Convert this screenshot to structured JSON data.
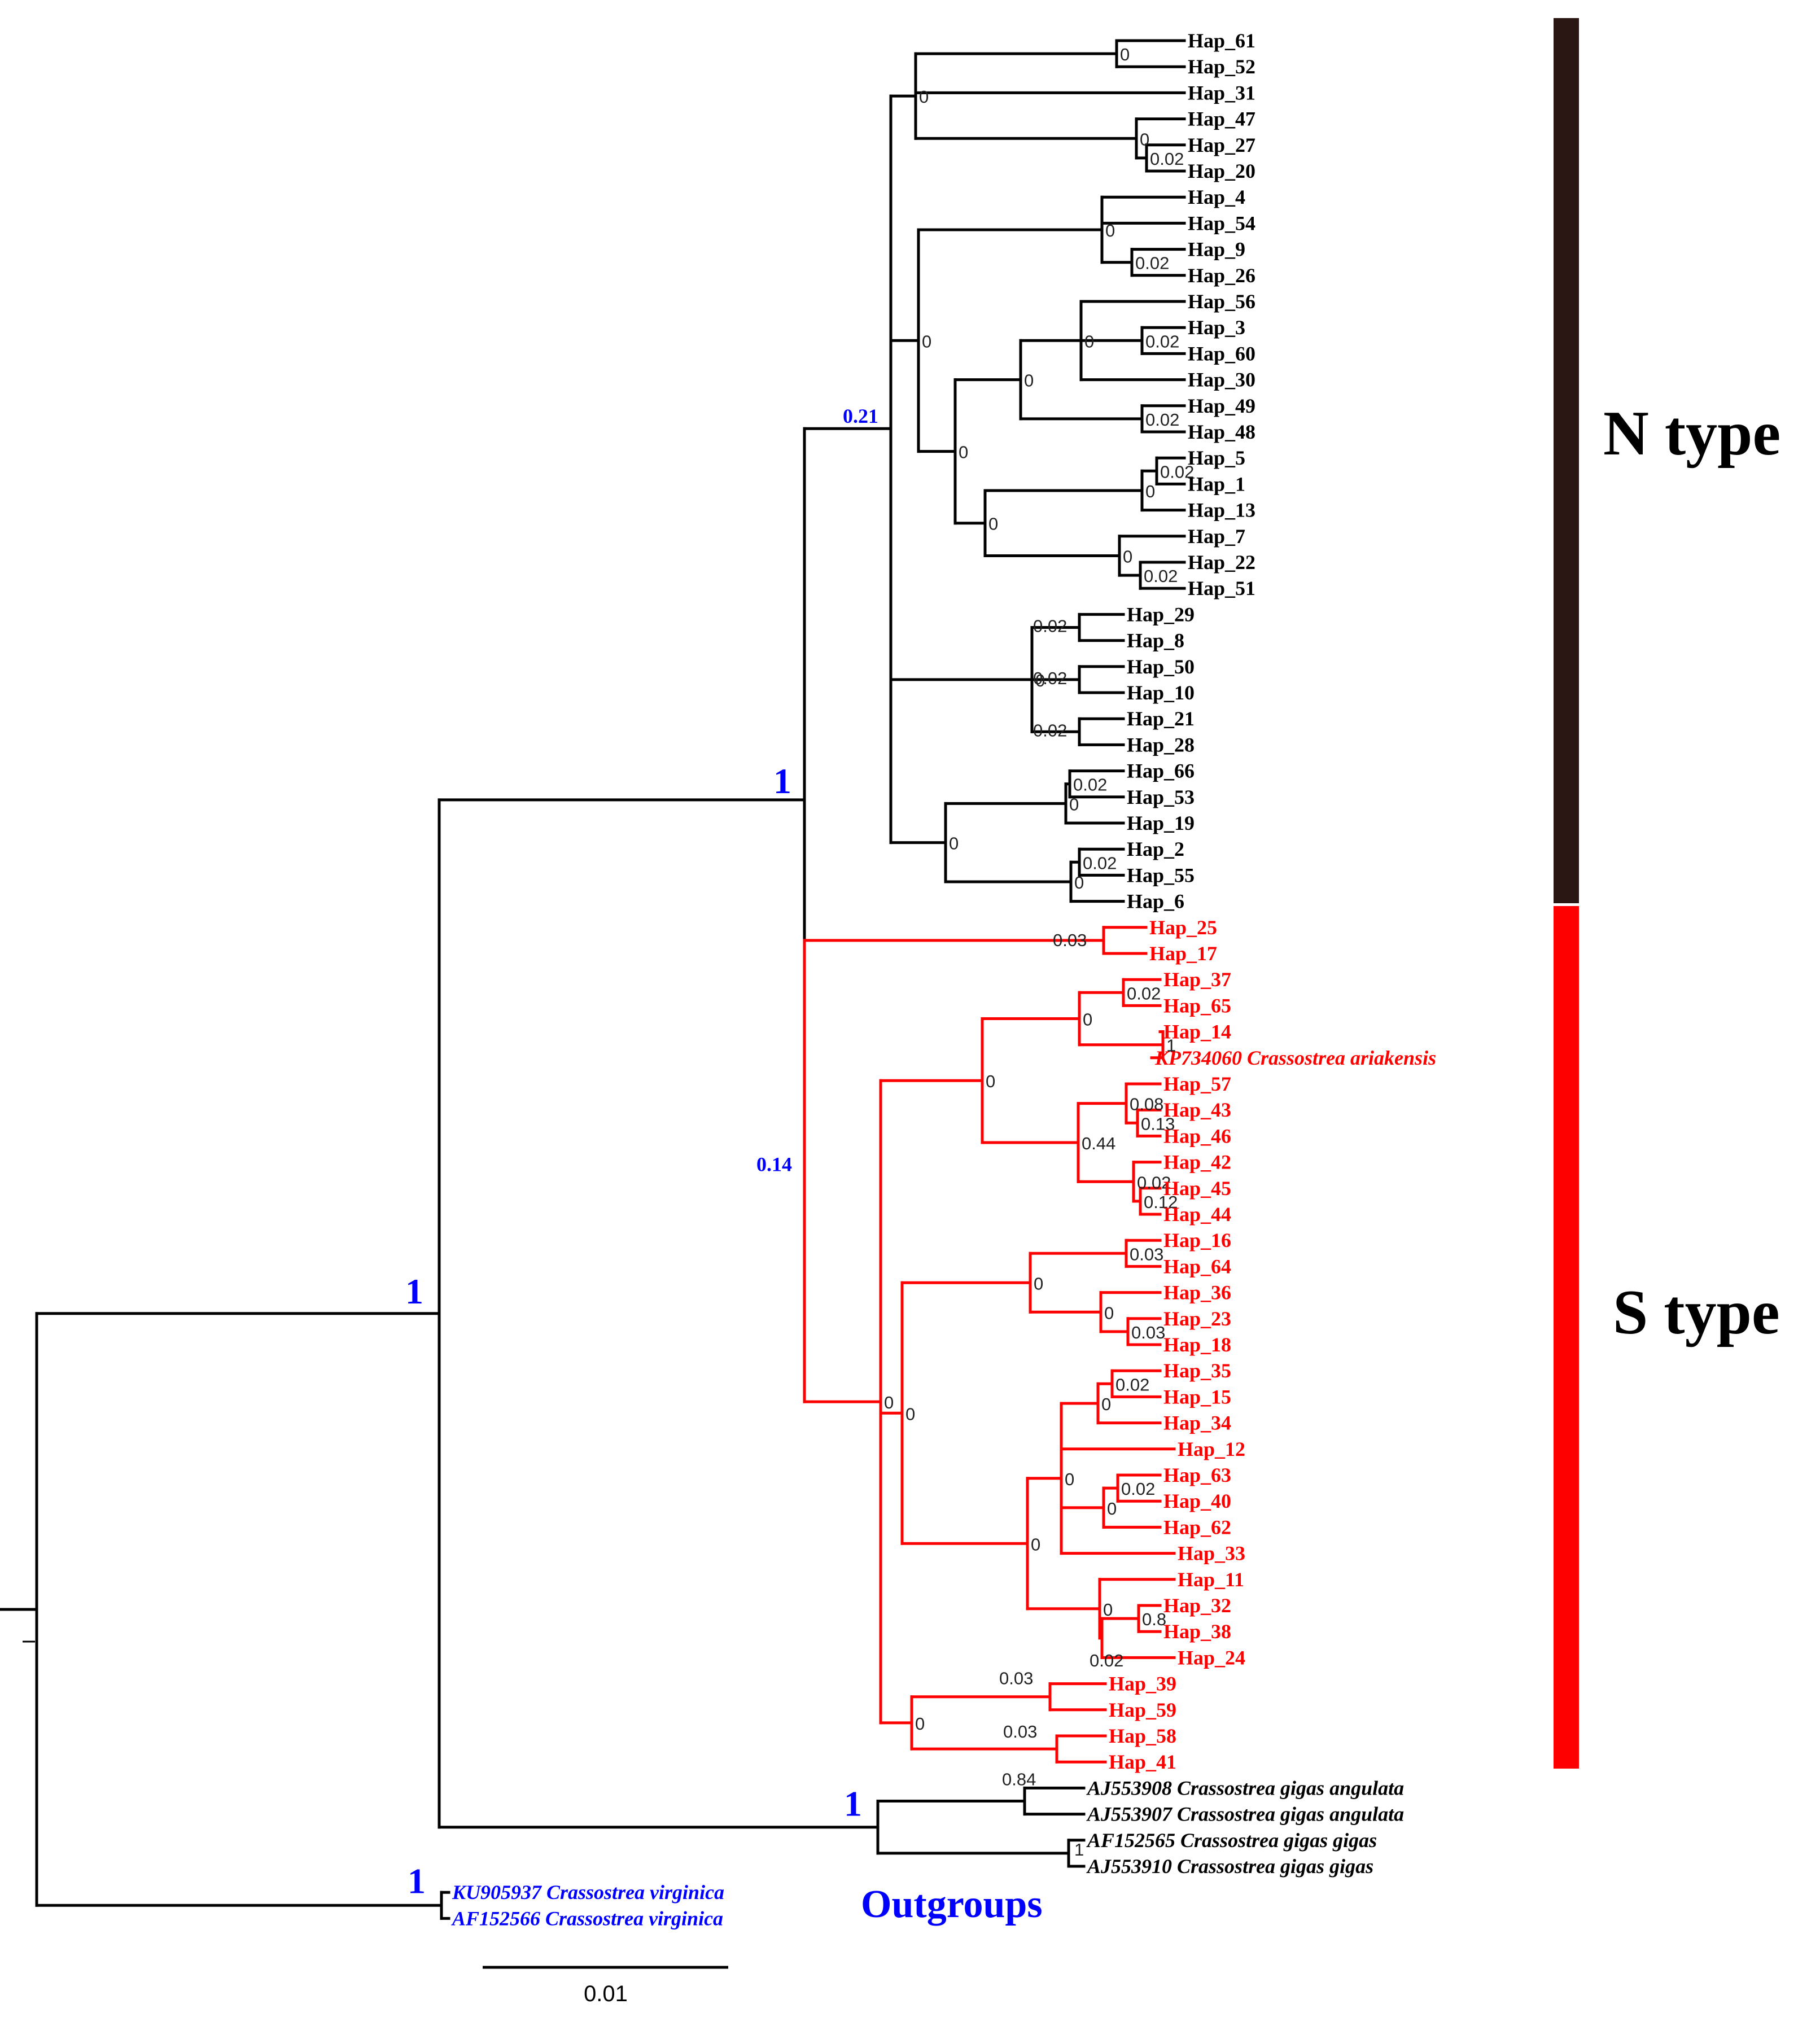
{
  "colors": {
    "n_clade": "#000000",
    "s_clade": "#ff0000",
    "outgroup_text": "#0000ff",
    "n_bar": "#2a1714",
    "s_bar": "#ff0000"
  },
  "clades": {
    "n_label": "N type",
    "s_label": "S type",
    "outgroups_label": "Outgroups"
  },
  "scale_bar": {
    "label": "0.01"
  },
  "tree": {
    "c": [
      {
        "s": "1",
        "c": [
          {
            "s": "1",
            "c": [
              {
                "s": "0.21",
                "c": [
                  {
                    "s": "0",
                    "c": [
                      {
                        "s": "0",
                        "c": [
                          {
                            "t": "Hap_61"
                          },
                          {
                            "t": "Hap_52"
                          }
                        ]
                      },
                      {
                        "t": "Hap_31"
                      },
                      {
                        "s": "0",
                        "c": [
                          {
                            "t": "Hap_47"
                          },
                          {
                            "s": "0.02",
                            "c": [
                              {
                                "t": "Hap_27"
                              },
                              {
                                "t": "Hap_20"
                              }
                            ]
                          }
                        ]
                      }
                    ]
                  },
                  {
                    "s": "0",
                    "c": [
                      {
                        "s": "0",
                        "c": [
                          {
                            "t": "Hap_4"
                          },
                          {
                            "t": "Hap_54"
                          },
                          {
                            "s": "0.02",
                            "c": [
                              {
                                "t": "Hap_9"
                              },
                              {
                                "t": "Hap_26"
                              }
                            ]
                          }
                        ]
                      },
                      {
                        "s": "0",
                        "c": [
                          {
                            "s": "0",
                            "c": [
                              {
                                "s": "0",
                                "c": [
                                  {
                                    "t": "Hap_56"
                                  },
                                  {
                                    "s": "0.02",
                                    "c": [
                                      {
                                        "t": "Hap_3"
                                      },
                                      {
                                        "t": "Hap_60"
                                      }
                                    ]
                                  },
                                  {
                                    "t": "Hap_30"
                                  }
                                ]
                              },
                              {
                                "s": "0.02",
                                "c": [
                                  {
                                    "t": "Hap_49"
                                  },
                                  {
                                    "t": "Hap_48"
                                  }
                                ]
                              }
                            ]
                          },
                          {
                            "s": "0",
                            "c": [
                              {
                                "s": "0",
                                "c": [
                                  {
                                    "s": "0.02",
                                    "c": [
                                      {
                                        "t": "Hap_5"
                                      },
                                      {
                                        "t": "Hap_1"
                                      }
                                    ]
                                  },
                                  {
                                    "t": "Hap_13"
                                  }
                                ]
                              },
                              {
                                "s": "0",
                                "c": [
                                  {
                                    "t": "Hap_7"
                                  },
                                  {
                                    "s": "0.02",
                                    "c": [
                                      {
                                        "t": "Hap_22"
                                      },
                                      {
                                        "t": "Hap_51"
                                      }
                                    ]
                                  }
                                ]
                              }
                            ]
                          }
                        ]
                      }
                    ]
                  },
                  {
                    "s": "",
                    "c": [
                      {
                        "s": "0",
                        "c": [
                          {
                            "s": "0.02",
                            "c": [
                              {
                                "t": "Hap_29"
                              },
                              {
                                "t": "Hap_8"
                              }
                            ]
                          },
                          {
                            "s": "0.02",
                            "c": [
                              {
                                "t": "Hap_50"
                              },
                              {
                                "t": "Hap_10"
                              }
                            ]
                          },
                          {
                            "s": "0.02",
                            "c": [
                              {
                                "t": "Hap_21"
                              },
                              {
                                "t": "Hap_28"
                              }
                            ]
                          }
                        ]
                      },
                      {
                        "s": "0",
                        "c": [
                          {
                            "s": "0",
                            "c": [
                              {
                                "s": "0.02",
                                "c": [
                                  {
                                    "t": "Hap_66"
                                  },
                                  {
                                    "t": "Hap_53"
                                  }
                                ]
                              },
                              {
                                "t": "Hap_19"
                              }
                            ]
                          },
                          {
                            "s": "0",
                            "c": [
                              {
                                "s": "0.02",
                                "c": [
                                  {
                                    "t": "Hap_2"
                                  },
                                  {
                                    "t": "Hap_55"
                                  }
                                ]
                              },
                              {
                                "t": "Hap_6"
                              }
                            ]
                          }
                        ]
                      }
                    ]
                  }
                ]
              },
              {
                "s": "0.14",
                "red": true,
                "c": [
                  {
                    "s": "0.03",
                    "c": [
                      {
                        "t": "Hap_25"
                      },
                      {
                        "t": "Hap_17"
                      }
                    ]
                  },
                  {
                    "s": "0",
                    "c": [
                      {
                        "s": "0",
                        "c": [
                          {
                            "s": "0",
                            "c": [
                              {
                                "s": "0.02",
                                "c": [
                                  {
                                    "t": "Hap_37"
                                  },
                                  {
                                    "t": "Hap_65"
                                  }
                                ]
                              },
                              {
                                "s": "1",
                                "c": [
                                  {
                                    "t": "Hap_14"
                                  },
                                  {
                                    "t": "KP734060 Crassostrea ariakensis",
                                    "it": true
                                  }
                                ]
                              }
                            ]
                          },
                          {
                            "s": "0.44",
                            "c": [
                              {
                                "s": "0.08",
                                "c": [
                                  {
                                    "t": "Hap_57"
                                  },
                                  {
                                    "s": "0.13",
                                    "c": [
                                      {
                                        "t": "Hap_43"
                                      },
                                      {
                                        "t": "Hap_46"
                                      }
                                    ]
                                  }
                                ]
                              },
                              {
                                "s": "0.02",
                                "c": [
                                  {
                                    "t": "Hap_42"
                                  },
                                  {
                                    "s": "0.12",
                                    "c": [
                                      {
                                        "t": "Hap_45"
                                      },
                                      {
                                        "t": "Hap_44"
                                      }
                                    ]
                                  }
                                ]
                              }
                            ]
                          }
                        ]
                      },
                      {
                        "s": "0",
                        "c": [
                          {
                            "s": "0",
                            "c": [
                              {
                                "s": "0.03",
                                "c": [
                                  {
                                    "t": "Hap_16"
                                  },
                                  {
                                    "t": "Hap_64"
                                  }
                                ]
                              },
                              {
                                "s": "0",
                                "c": [
                                  {
                                    "t": "Hap_36"
                                  },
                                  {
                                    "s": "0.03",
                                    "c": [
                                      {
                                        "t": "Hap_23"
                                      },
                                      {
                                        "t": "Hap_18"
                                      }
                                    ]
                                  }
                                ]
                              }
                            ]
                          },
                          {
                            "s": "0",
                            "c": [
                              {
                                "s": "0",
                                "c": [
                                  {
                                    "s": "0",
                                    "c": [
                                      {
                                        "s": "0.02",
                                        "c": [
                                          {
                                            "t": "Hap_35"
                                          },
                                          {
                                            "t": "Hap_15"
                                          }
                                        ]
                                      },
                                      {
                                        "t": "Hap_34"
                                      }
                                    ]
                                  },
                                  {
                                    "t": "Hap_12"
                                  },
                                  {
                                    "s": "0",
                                    "c": [
                                      {
                                        "s": "0.02",
                                        "c": [
                                          {
                                            "t": "Hap_63"
                                          },
                                          {
                                            "t": "Hap_40"
                                          }
                                        ]
                                      },
                                      {
                                        "t": "Hap_62"
                                      }
                                    ]
                                  },
                                  {
                                    "t": "Hap_33"
                                  }
                                ]
                              },
                              {
                                "s": "0",
                                "c": [
                                  {
                                    "t": "Hap_11"
                                  },
                                  {
                                    "s": "0.02",
                                    "c": [
                                      {
                                        "s": "0.8",
                                        "c": [
                                          {
                                            "t": "Hap_32"
                                          },
                                          {
                                            "t": "Hap_38"
                                          }
                                        ]
                                      },
                                      {
                                        "t": "Hap_24"
                                      }
                                    ]
                                  }
                                ]
                              }
                            ]
                          }
                        ]
                      },
                      {
                        "s": "0",
                        "c": [
                          {
                            "s": "0.03",
                            "c": [
                              {
                                "t": "Hap_39"
                              },
                              {
                                "t": "Hap_59"
                              }
                            ]
                          },
                          {
                            "s": "0.03",
                            "c": [
                              {
                                "t": "Hap_58"
                              },
                              {
                                "t": "Hap_41"
                              }
                            ]
                          }
                        ]
                      }
                    ]
                  }
                ]
              }
            ]
          },
          {
            "s": "1",
            "c": [
              {
                "s": "0.84",
                "c": [
                  {
                    "t": "AJ553908 Crassostrea gigas angulata",
                    "it": true
                  },
                  {
                    "t": "AJ553907 Crassostrea gigas angulata",
                    "it": true
                  }
                ]
              },
              {
                "s": "1",
                "c": [
                  {
                    "t": "AF152565 Crassostrea gigas gigas",
                    "it": true
                  },
                  {
                    "t": "AJ553910 Crassostrea gigas gigas",
                    "it": true
                  }
                ]
              }
            ]
          }
        ]
      },
      {
        "s": "1",
        "c": [
          {
            "t": "KU905937 Crassostrea virginica",
            "it": true
          },
          {
            "t": "AF152566 Crassostrea virginica",
            "it": true
          }
        ]
      }
    ]
  }
}
